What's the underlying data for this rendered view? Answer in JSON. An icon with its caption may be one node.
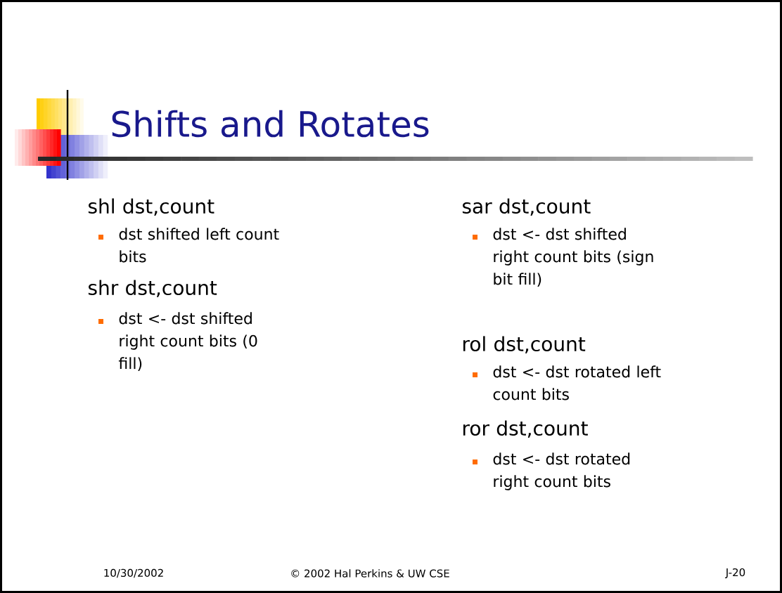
{
  "diagram": {
    "title": "Shifts and Rotates",
    "labels": [
      "shl dst,count",
      "dst shifted left count bits",
      "shr dst,count",
      "dst <- dst shifted right count bits (0 fill)",
      "sar dst,count",
      "dst <- dst shifted right count bits (sign bit fill)",
      "rol dst,count",
      "dst <- dst rotated left count bits",
      "ror dst,count",
      "dst <- dst rotated right count bits",
      "10/30/2002",
      "© 2002 Hal Perkins & UW CSE",
      "J-20"
    ]
  }
}
